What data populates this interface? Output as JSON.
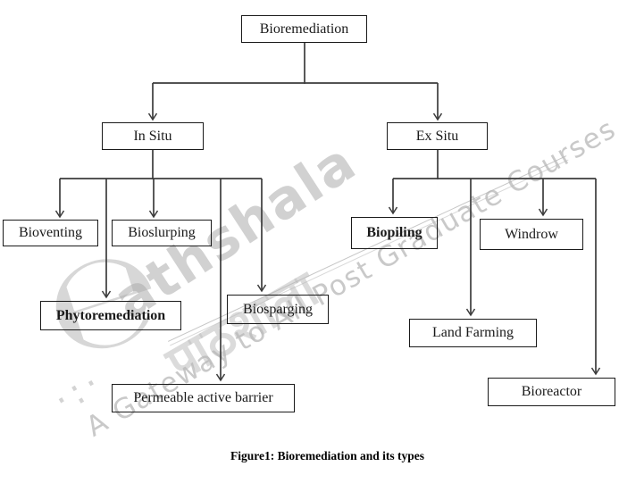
{
  "nodes": {
    "bioremediation": {
      "label": "Bioremediation"
    },
    "in_situ": {
      "label": "In Situ"
    },
    "ex_situ": {
      "label": "Ex Situ"
    },
    "bioventing": {
      "label": "Bioventing"
    },
    "bioslurping": {
      "label": "Bioslurping"
    },
    "phytoremediation": {
      "label": "Phytoremediation"
    },
    "biosparging": {
      "label": "Biosparging"
    },
    "permeable_active_barrier": {
      "label": "Permeable active barrier"
    },
    "biopiling": {
      "label": "Biopiling"
    },
    "windrow": {
      "label": "Windrow"
    },
    "land_farming": {
      "label": "Land Farming"
    },
    "bioreactor": {
      "label": "Bioreactor"
    }
  },
  "hierarchy": {
    "Bioremediation": {
      "In Situ": [
        "Bioventing",
        "Bioslurping",
        "Phytoremediation",
        "Biosparging",
        "Permeable active barrier"
      ],
      "Ex Situ": [
        "Biopiling",
        "Windrow",
        "Land Farming",
        "Bioreactor"
      ]
    }
  },
  "caption": "Figure1: Bioremediation and its types",
  "watermark": {
    "logo_glyph": "℮",
    "logo_dots": "·:·",
    "brand": "athshala",
    "brand_devanagari": "पाठशाला",
    "tagline": "A Gateway to All Post Graduate Courses",
    "color": "#c0c0c0"
  },
  "colors": {
    "line": "#3c3c3c",
    "box_border": "#1a1a1a",
    "text": "#1a1a1a",
    "background": "#ffffff"
  }
}
